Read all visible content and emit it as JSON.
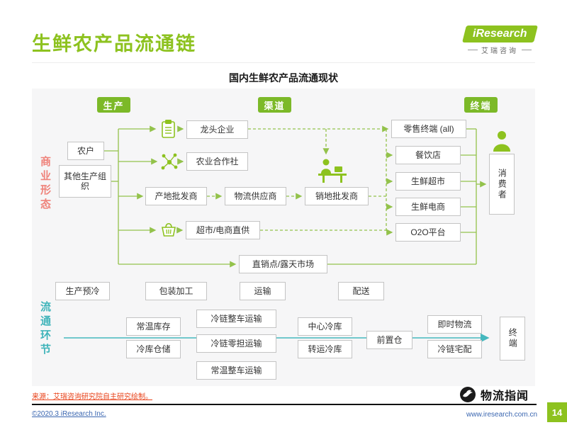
{
  "page": {
    "title": "生鲜农产品流通链",
    "subtitle": "国内生鲜农产品流通现状",
    "page_number": "14",
    "source_note": "来源：艾瑞咨询研究院自主研究绘制。",
    "copyright": "©2020.3 iResearch Inc.",
    "website": "www.iresearch.com.cn"
  },
  "brand": {
    "logo_text": "iResearch",
    "logo_cn": "艾瑞咨询",
    "partner_logo": "物流指闻"
  },
  "stages": [
    "生产",
    "渠道",
    "终端"
  ],
  "side_labels": {
    "business": "商业形态",
    "circulation": "流通环节"
  },
  "business_nodes": {
    "farmer": "农户",
    "other_org": "其他生产组织",
    "leading_enterprise": "龙头企业",
    "cooperative": "农业合作社",
    "origin_wholesaler": "产地批发商",
    "logistics_supplier": "物流供应商",
    "destination_wholesaler": "销地批发商",
    "direct_supply": "超市/电商直供",
    "retail_terminal": "零售终端 (all)",
    "restaurant": "餐饮店",
    "fresh_supermarket": "生鲜超市",
    "fresh_ecommerce": "生鲜电商",
    "o2o": "O2O平台",
    "consumer": "消费者",
    "direct_sales": "直销点/露天市场"
  },
  "circulation_nodes": {
    "precooling": "生产预冷",
    "packaging": "包装加工",
    "transport": "运输",
    "delivery": "配送",
    "normal_storage": "常温库存",
    "cold_truck": "冷链整车运输",
    "central_cold": "中心冷库",
    "instant_logistics": "即时物流",
    "cold_warehouse": "冷库仓储",
    "cold_ltl": "冷链零担运输",
    "transfer_cold": "转运冷库",
    "front_warehouse": "前置仓",
    "cold_home": "冷链宅配",
    "normal_truck": "常温整车运输",
    "terminal": "终端"
  },
  "colors": {
    "brand_green": "#8dc21f",
    "badge_green": "#7cb928",
    "arrow_green": "#93c24b",
    "business_pink": "#ef837b",
    "circulation_teal": "#3fb4ba",
    "source_red": "#e84118",
    "link_blue": "#3a66b0"
  }
}
